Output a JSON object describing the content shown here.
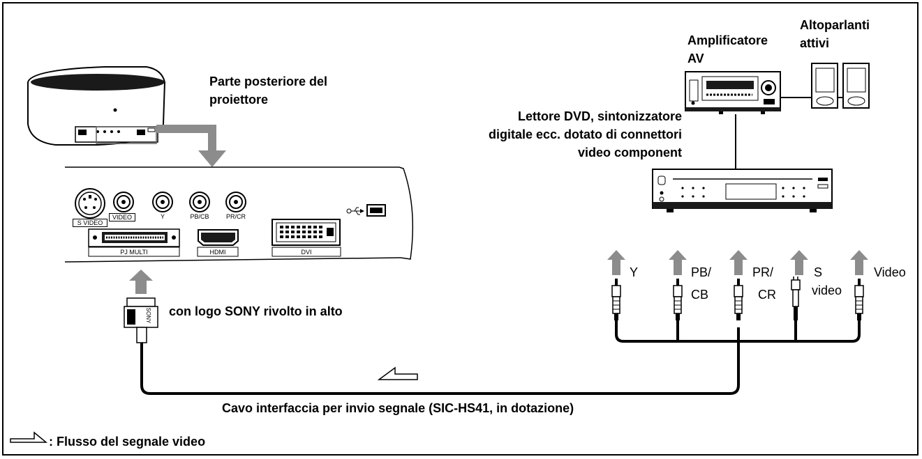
{
  "labels": {
    "projector_back": [
      "Parte posteriore del",
      "proiettore"
    ],
    "amplifier": [
      "Amplificatore",
      "AV"
    ],
    "speakers": [
      "Altoparlanti",
      "attivi"
    ],
    "dvd": [
      "Lettore DVD, sintonizzatore",
      "digitale ecc. dotato di connettori",
      "video component"
    ],
    "sony_logo": "con logo SONY rivolto in alto",
    "cable": "Cavo interfaccia per invio segnale (SIC-HS41, in dotazione)",
    "legend": ": Flusso del segnale video"
  },
  "panel": {
    "svideo": "S VIDEO",
    "video": "VIDEO",
    "y": "Y",
    "pb_cb": "PB/CB",
    "pr_cr": "PR/CR",
    "pj_multi": "PJ MULTI",
    "hdmi": "HDMI",
    "dvi": "DVI"
  },
  "signals": {
    "y": "Y",
    "pb_top": "PB/",
    "pb_bottom": "CB",
    "pr_top": "PR/",
    "pr_bottom": "CR",
    "s_top": "S",
    "s_bottom": "video",
    "video": "Video"
  },
  "connector_brand": "SONY",
  "colors": {
    "line": "#000000",
    "arrow": "#8c8c8c",
    "device": "#1a1a1a"
  }
}
